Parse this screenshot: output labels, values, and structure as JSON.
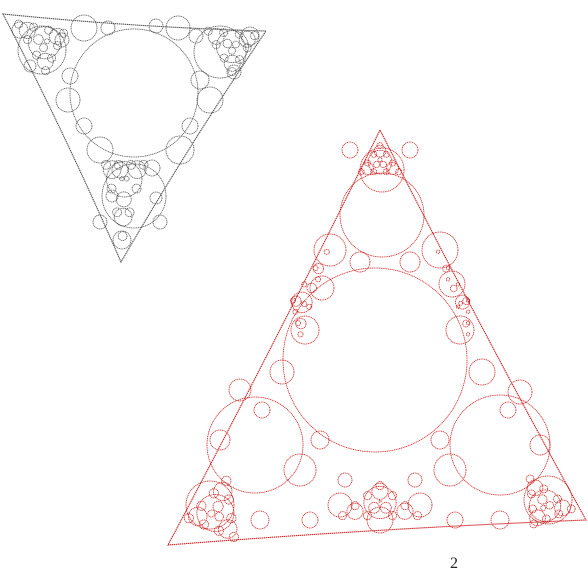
{
  "figure": {
    "gray_gasket": {
      "color": "#555555",
      "shape": "curved-triangle-circle-packing"
    },
    "red_gasket": {
      "color": "#cc2222",
      "shape": "three-lobed-curved-triangle-packing"
    },
    "label": "2"
  }
}
